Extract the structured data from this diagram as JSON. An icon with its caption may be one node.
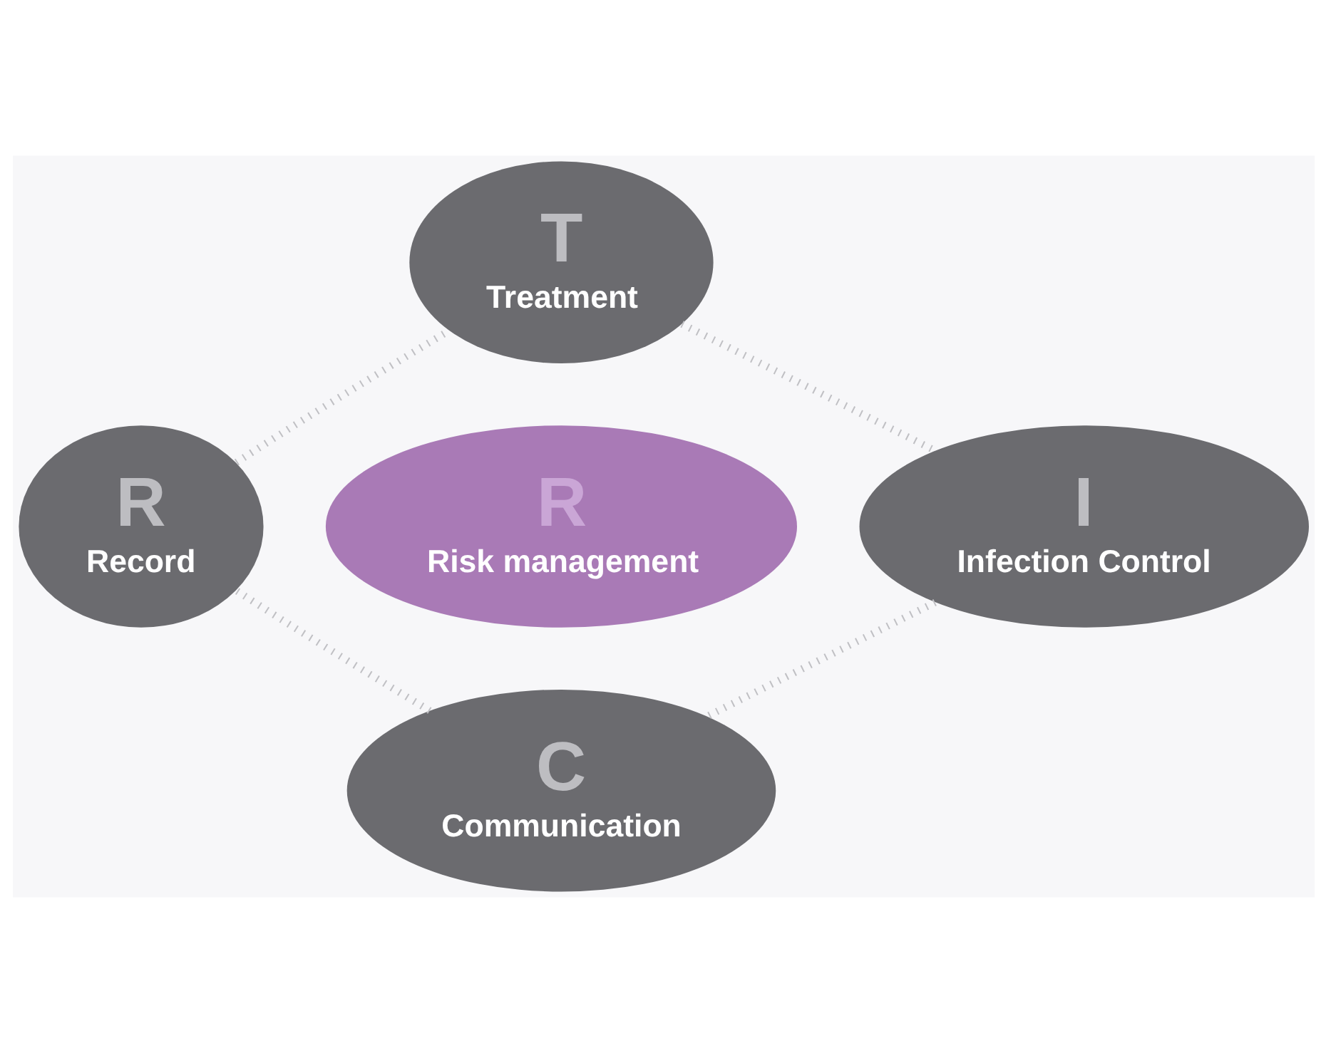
{
  "diagram": {
    "nodes": [
      {
        "text": [
          "T",
          "Treatment"
        ]
      },
      {
        "text": [
          "R",
          "Record"
        ]
      },
      {
        "text": [
          "R",
          "Risk management"
        ]
      },
      {
        "text": [
          "I",
          "Infection Control"
        ]
      },
      {
        "text": [
          "C",
          "Communication"
        ]
      }
    ],
    "edges": [
      {
        "from": 0,
        "to": 3,
        "arrow": "none",
        "style": "dashed"
      },
      {
        "from": 3,
        "to": 4,
        "arrow": "none",
        "style": "dashed"
      },
      {
        "from": 4,
        "to": 1,
        "arrow": "none",
        "style": "dashed"
      },
      {
        "from": 1,
        "to": 0,
        "arrow": "none",
        "style": "dashed"
      }
    ]
  }
}
